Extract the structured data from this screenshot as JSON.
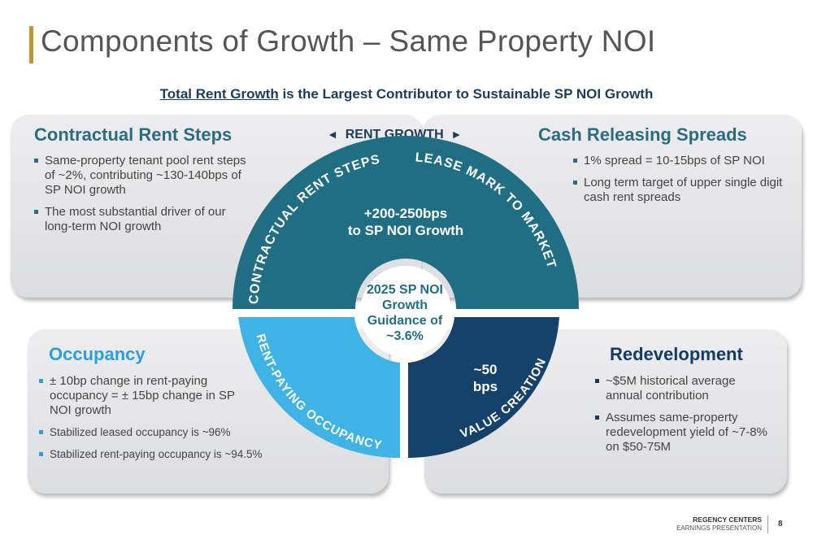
{
  "title": "Components of Growth – Same Property NOI",
  "subtitle": {
    "underlined": "Total Rent Growth",
    "rest": " is the Largest Contributor to Sustainable SP NOI Growth"
  },
  "rent_growth": {
    "left_arrow": "◄",
    "label": "RENT GROWTH",
    "right_arrow": "►"
  },
  "contractual": {
    "heading": "Contractual Rent Steps",
    "bullets": [
      "Same-property tenant pool rent steps of ~2%, contributing ~130-140bps of SP NOI growth",
      "The most substantial driver of our long-term NOI growth"
    ]
  },
  "cash_releasing": {
    "heading": "Cash Releasing Spreads",
    "bullets": [
      "1% spread = 10-15bps of SP NOI",
      "Long term target of upper single digit cash rent spreads"
    ]
  },
  "occupancy": {
    "heading": "Occupancy",
    "bullets": [
      "± 10bp change in rent-paying occupancy = ± 15bp change in SP NOI growth",
      "Stabilized leased occupancy is ~96%",
      "Stabilized rent-paying occupancy is ~94.5%"
    ]
  },
  "redevelopment": {
    "heading": "Redevelopment",
    "bullets": [
      "~$5M historical average annual contribution",
      "Assumes same-property redevelopment yield of ~7-8% on $50-75M"
    ]
  },
  "diagram": {
    "top_arc_left": "CONTRACTUAL RENT STEPS",
    "top_arc_right": "LEASE MARK TO MARKET",
    "top_value_line1": "+200-250bps",
    "top_value_line2": "to SP NOI Growth",
    "center_line1": "2025 SP NOI",
    "center_line2": "Growth",
    "center_line3": "Guidance of",
    "center_line4": "~3.6%",
    "left_arc": "RENT-PAYING OCCUPANCY",
    "right_arc": "VALUE CREATION",
    "right_value_line1": "~50",
    "right_value_line2": "bps"
  },
  "colors": {
    "top_segment": "#1f6e84",
    "left_segment": "#3fb3e6",
    "right_segment": "#15426b",
    "title_accent": "#c8922a"
  },
  "footer": {
    "company": "REGENCY CENTERS",
    "sub": "EARNINGS PRESENTATION",
    "page": "8"
  }
}
